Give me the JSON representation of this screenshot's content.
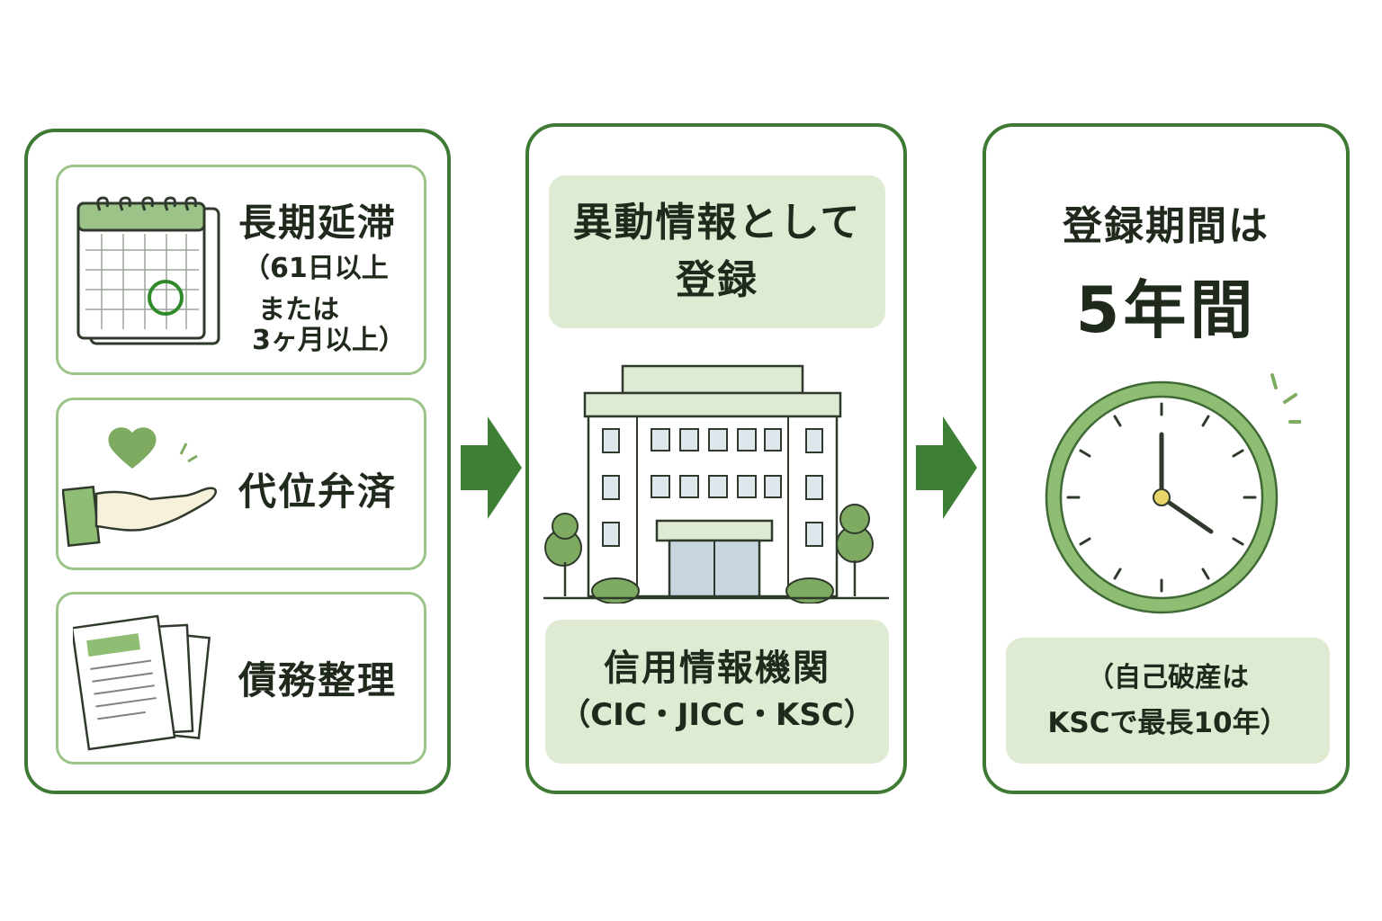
{
  "causes": [
    {
      "title": "長期延滞",
      "detail_lines": [
        "（61日以上",
        "または",
        "3ヶ月以上）"
      ],
      "icon": "calendar-icon"
    },
    {
      "title": "代位弁済",
      "icon": "hand-heart-icon"
    },
    {
      "title": "債務整理",
      "icon": "documents-icon"
    }
  ],
  "registration": {
    "line1": "異動情報として",
    "line2": "登録",
    "icon": "building-icon"
  },
  "bureau": {
    "name": "信用情報機関",
    "list": "（CIC・JICC・KSC）"
  },
  "period": {
    "label": "登録期間は",
    "value": "5年間",
    "icon": "clock-icon",
    "note_line1": "（自己破産は",
    "note_line2": "KSCで最長10年）"
  },
  "colors": {
    "border": "#3f7a35",
    "card_border": "#9cc488",
    "fill_light": "#dfead3",
    "accent": "#5e9a4a",
    "arrow": "#3c7f35"
  }
}
